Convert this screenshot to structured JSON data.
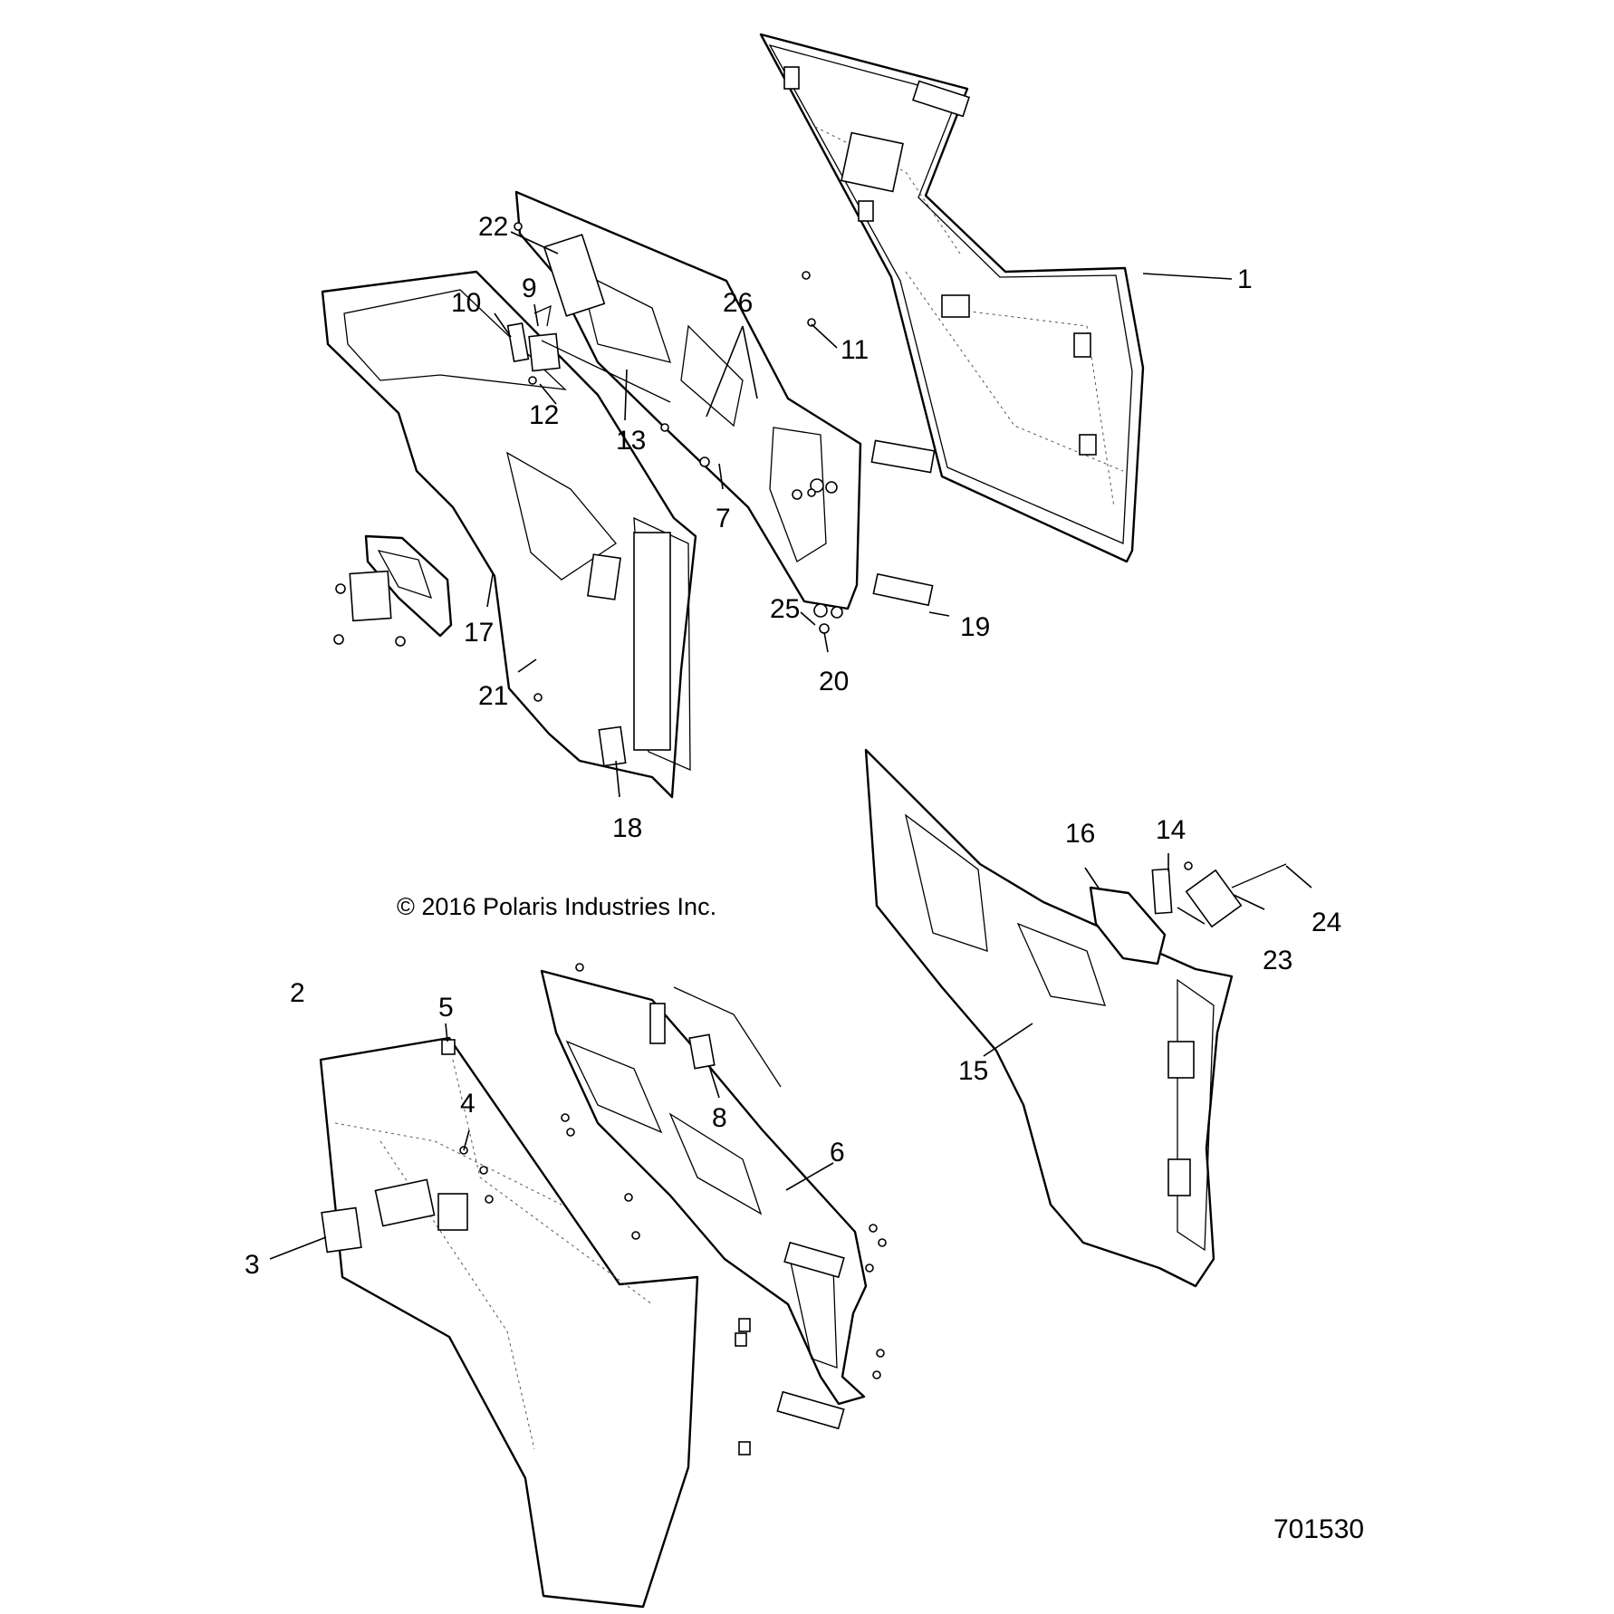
{
  "copyright": "© 2016 Polaris Industries Inc.",
  "figure_number": "701530",
  "callouts": [
    "1",
    "2",
    "3",
    "4",
    "5",
    "6",
    "7",
    "8",
    "9",
    "10",
    "11",
    "12",
    "13",
    "14",
    "15",
    "16",
    "17",
    "18",
    "19",
    "20",
    "21",
    "22",
    "23",
    "24",
    "25",
    "26"
  ]
}
